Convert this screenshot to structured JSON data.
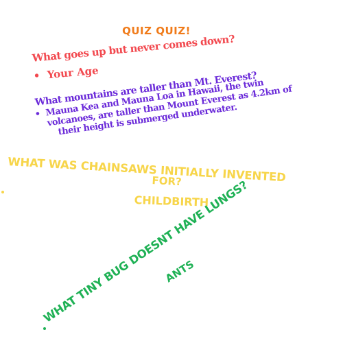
{
  "title": {
    "text": "QUIZ QUIZ!",
    "color": "#f07b1a"
  },
  "q1": {
    "question": "What goes up but never comes down?",
    "answer": "Your Age",
    "color": "#f2494f"
  },
  "q2": {
    "question": "What mountains are taller than Mt. Everest?",
    "answer_line1": "Mauna Kea and Mauna Loa in Hawaii, the twin",
    "answer_line2": "volcanoes, are taller than Mount Everest as 4.2km of",
    "answer_line3": "their height is submerged underwater.",
    "color": "#6b2bd9"
  },
  "q3": {
    "question_line1": "WHAT WAS CHAINSAWS INITIALLY INVENTED",
    "question_line2": "FOR?",
    "answer": "CHILDBIRTH",
    "color": "#f7d54a"
  },
  "q4": {
    "question": "WHAT TINY BUG DOESNT HAVE LUNGS?",
    "answer": "ANTS",
    "color": "#1fb155"
  }
}
